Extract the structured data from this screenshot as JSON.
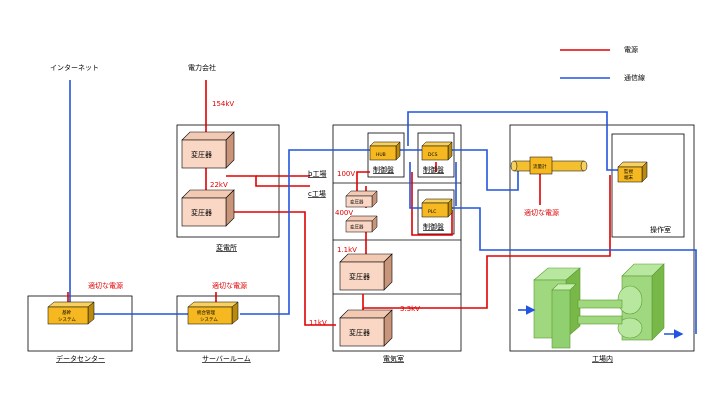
{
  "legend": {
    "power": "電源",
    "comm": "通信線",
    "power_color": "#e00000",
    "comm_color": "#2255dd"
  },
  "top_labels": {
    "internet": "インターネット",
    "power_company": "電力会社"
  },
  "voltages": {
    "v154": "154kV",
    "v22": "22kV",
    "v100": "100V",
    "v400": "400V",
    "v1_1": "1.1kV",
    "v3_3": "3.3kV",
    "v11": "11kV"
  },
  "lines": {
    "b_factory": "b工場",
    "c_factory": "c工場"
  },
  "power_note": "適切な電源",
  "substation": {
    "name": "変電所",
    "transformer": "変圧器"
  },
  "electrical_room": {
    "name": "電気室",
    "hub": "HUB",
    "dcs": "DCS",
    "plc": "PLC",
    "control_panel": "制御盤",
    "transformer": "変圧器"
  },
  "factory": {
    "name": "工場内",
    "op_room": "操作室",
    "flowmeter": "流量計",
    "monitor": "監視端末"
  },
  "datacenter": {
    "name": "データセンター",
    "system": [
      "基幹",
      "システム"
    ]
  },
  "server_room": {
    "name": "サーバールーム",
    "system": [
      "統合管理",
      "システム"
    ]
  }
}
